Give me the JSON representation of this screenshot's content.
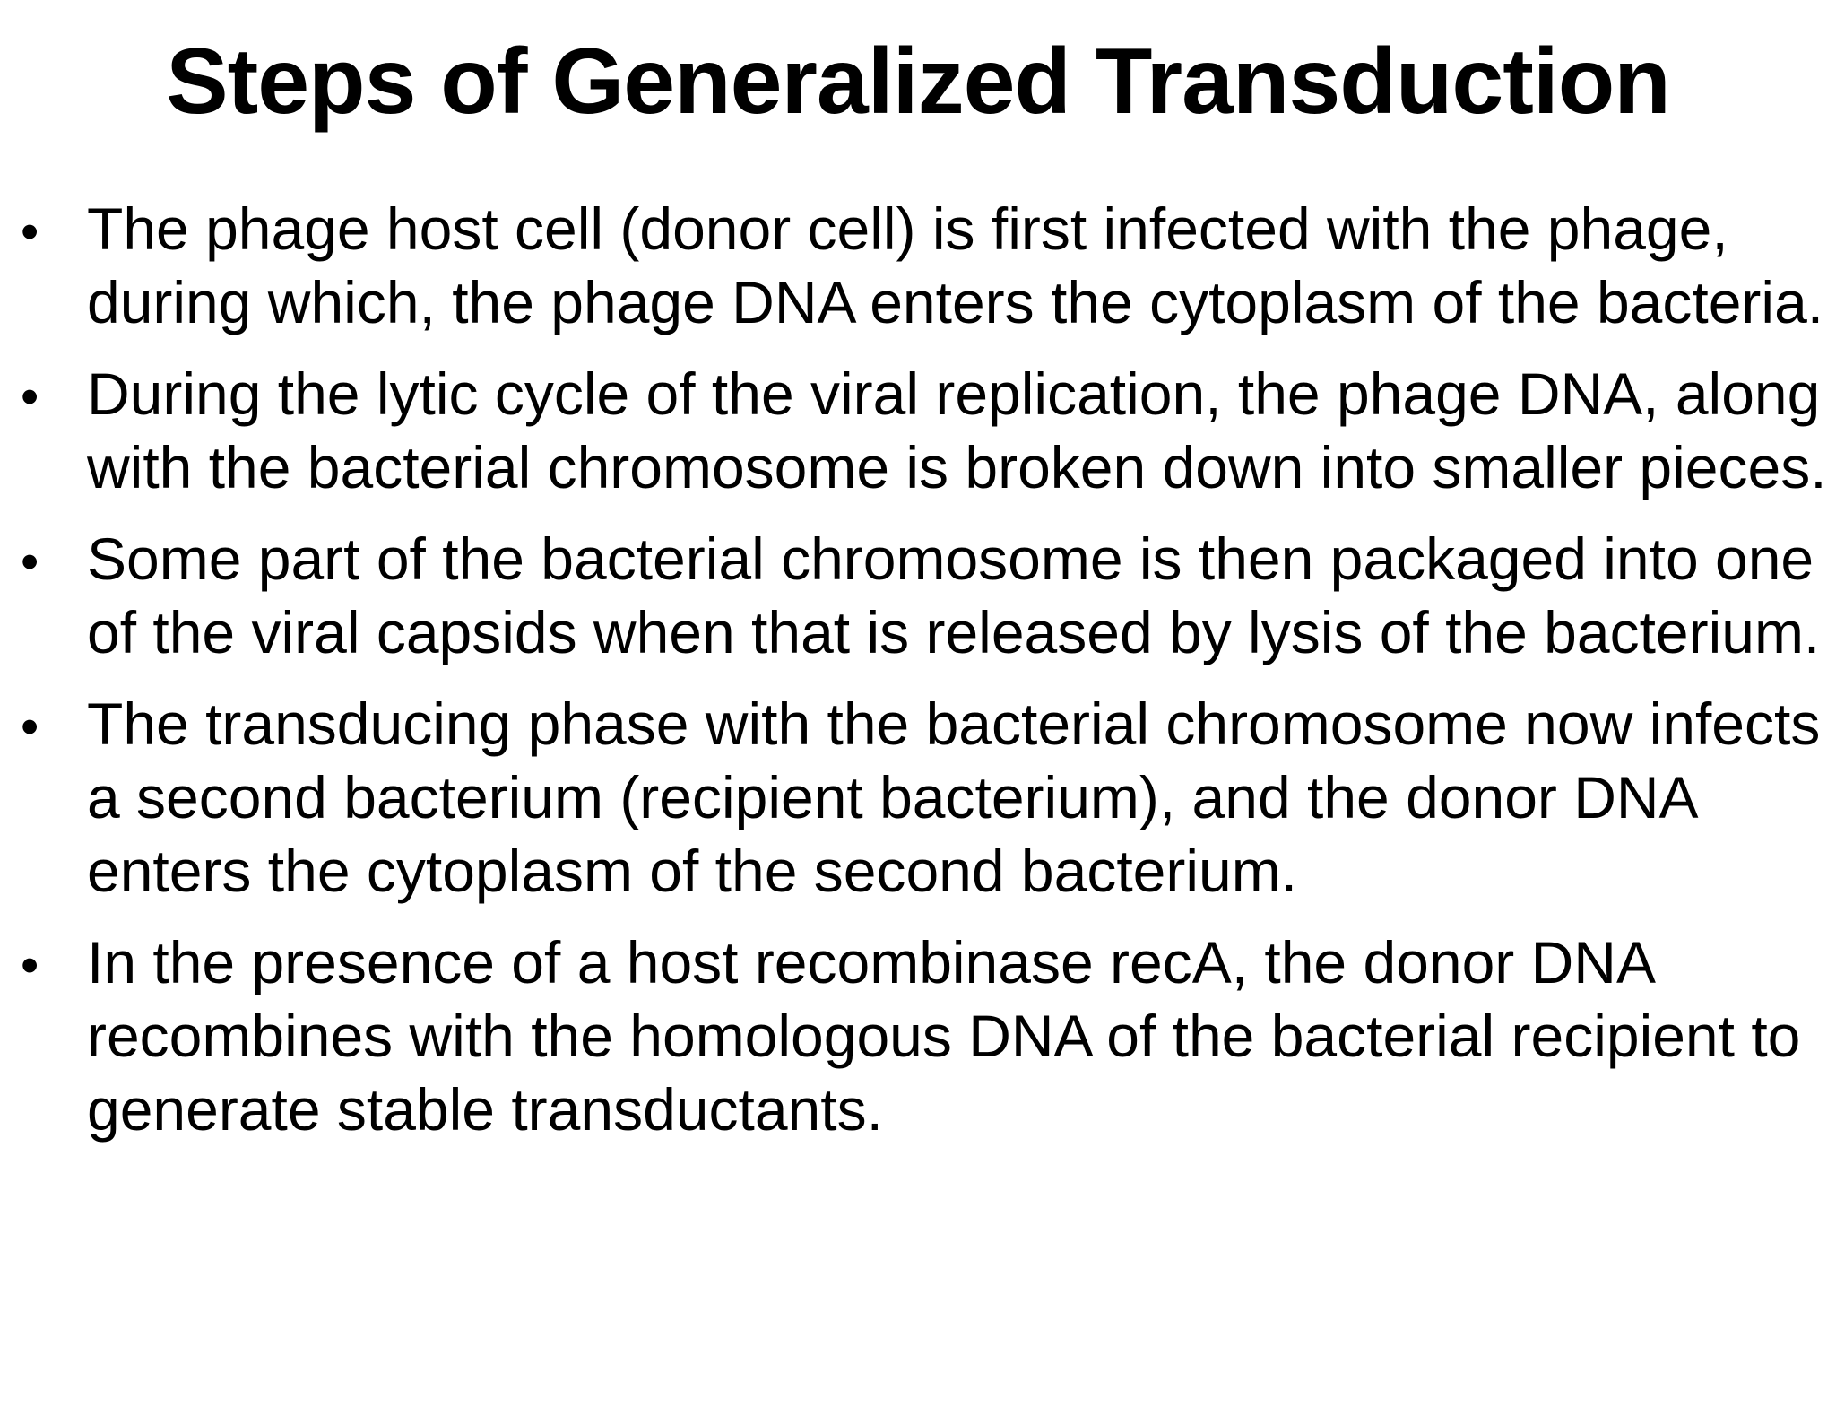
{
  "colors": {
    "background": "#ffffff",
    "text": "#000000"
  },
  "slide": {
    "title": "Steps of Generalized Transduction",
    "bullet_char": "•",
    "bullets": [
      "The phage host cell (donor cell) is first infected with the phage, during which, the phage DNA enters the cytoplasm of the bacteria.",
      "During the lytic cycle of the viral replication, the phage DNA, along with the bacterial chromosome is broken down into smaller pieces.",
      "Some part of the bacterial chromosome is then packaged into one of the viral capsids when that is released by lysis of the bacterium.",
      "The transducing phase with the bacterial chromosome now infects a second bacterium (recipient bacterium), and the donor DNA enters the cytoplasm of the second bacterium.",
      "In the presence of a host recombinase recA, the donor DNA recombines with the homologous DNA of the bacterial recipient to generate stable transductants."
    ]
  }
}
